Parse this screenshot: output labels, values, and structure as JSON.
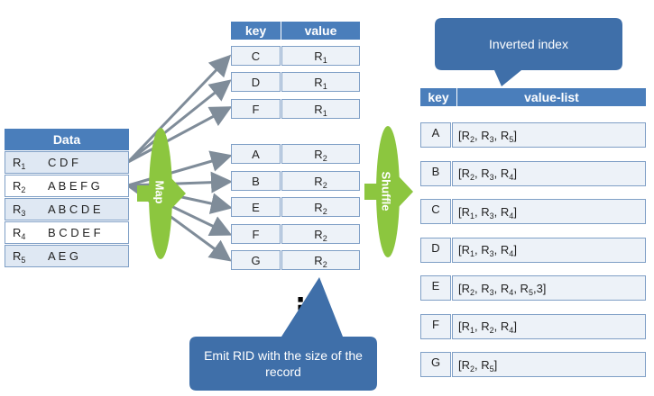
{
  "data_table": {
    "header": "Data",
    "rows": [
      {
        "rid": "R",
        "sub": "1",
        "items": "C D F"
      },
      {
        "rid": "R",
        "sub": "2",
        "items": "A B E F G"
      },
      {
        "rid": "R",
        "sub": "3",
        "items": "A B C D E"
      },
      {
        "rid": "R",
        "sub": "4",
        "items": "B C D E F"
      },
      {
        "rid": "R",
        "sub": "5",
        "items": "A E G"
      }
    ]
  },
  "map_label": "Map",
  "shuffle_label": "Shuffle",
  "kv_table": {
    "key_header": "key",
    "value_header": "value",
    "rows": [
      {
        "key": "C",
        "v": "R",
        "sub": "1"
      },
      {
        "key": "D",
        "v": "R",
        "sub": "1"
      },
      {
        "key": "F",
        "v": "R",
        "sub": "1"
      },
      {
        "key": "A",
        "v": "R",
        "sub": "2"
      },
      {
        "key": "B",
        "v": "R",
        "sub": "2"
      },
      {
        "key": "E",
        "v": "R",
        "sub": "2"
      },
      {
        "key": "F",
        "v": "R",
        "sub": "2"
      },
      {
        "key": "G",
        "v": "R",
        "sub": "2"
      }
    ],
    "ellipsis": "⋮"
  },
  "inverted_callout": "Inverted index",
  "emit_callout": "Emit RID with the size of the record",
  "index_table": {
    "key_header": "key",
    "value_header": "value-list",
    "rows": [
      {
        "key": "A",
        "parts": [
          [
            "R",
            "2"
          ],
          [
            "R",
            "3"
          ],
          [
            "R",
            "5"
          ]
        ],
        "extra": ""
      },
      {
        "key": "B",
        "parts": [
          [
            "R",
            "2"
          ],
          [
            "R",
            "3"
          ],
          [
            "R",
            "4"
          ]
        ],
        "extra": ""
      },
      {
        "key": "C",
        "parts": [
          [
            "R",
            "1"
          ],
          [
            "R",
            "3"
          ],
          [
            "R",
            "4"
          ]
        ],
        "extra": ""
      },
      {
        "key": "D",
        "parts": [
          [
            "R",
            "1"
          ],
          [
            "R",
            "3"
          ],
          [
            "R",
            "4"
          ]
        ],
        "extra": ""
      },
      {
        "key": "E",
        "parts": [
          [
            "R",
            "2"
          ],
          [
            "R",
            "3"
          ],
          [
            "R",
            "4"
          ],
          [
            "R",
            "5"
          ]
        ],
        "extra": ",3"
      },
      {
        "key": "F",
        "parts": [
          [
            "R",
            "1"
          ],
          [
            "R",
            "2"
          ],
          [
            "R",
            "4"
          ]
        ],
        "extra": ""
      },
      {
        "key": "G",
        "parts": [
          [
            "R",
            "2"
          ],
          [
            "R",
            "5"
          ]
        ],
        "extra": ""
      }
    ]
  },
  "colors": {
    "header": "#4a7ebb",
    "arrow": "#7f8c99",
    "green": "#8cc63f",
    "callout": "#3f6fa9"
  }
}
